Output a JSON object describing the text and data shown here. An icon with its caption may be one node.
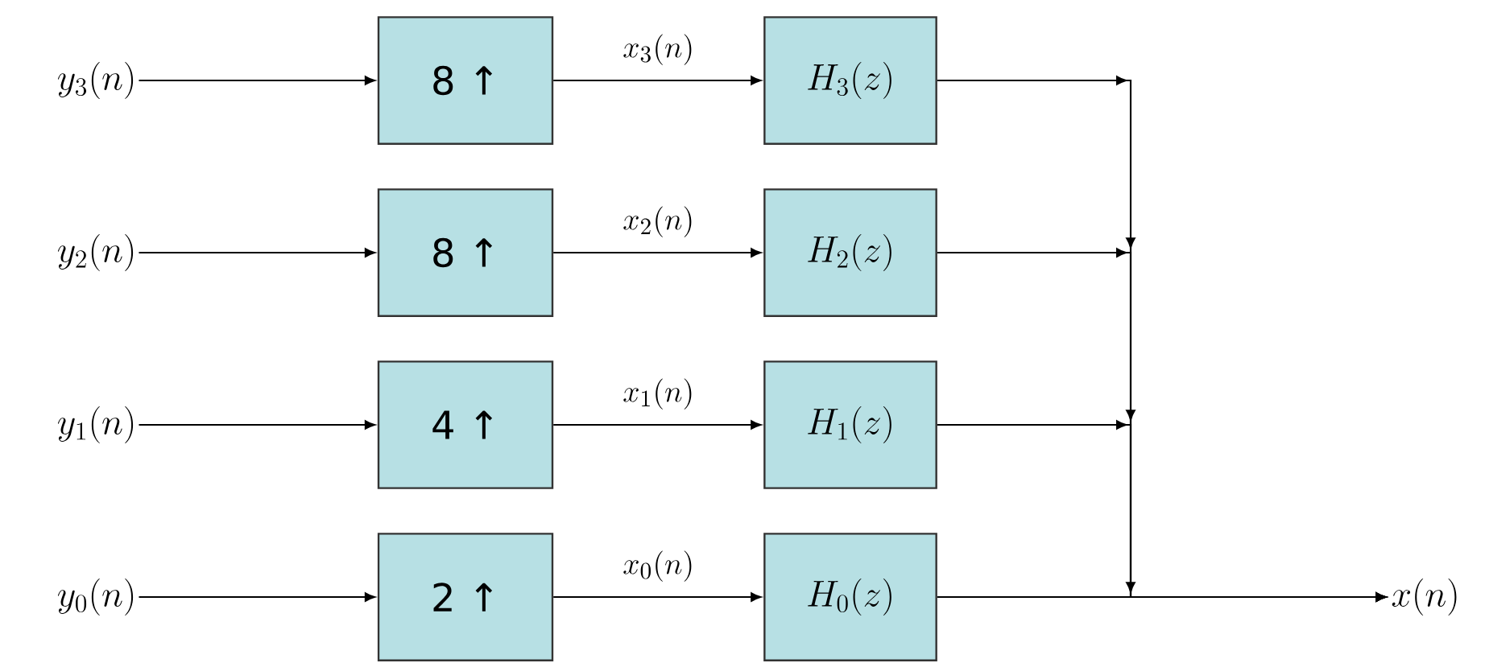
{
  "diagram": {
    "nodes": [
      {
        "text": [
          "y_3(n)"
        ]
      },
      {
        "text": [
          "8 ↑"
        ]
      },
      {
        "text": [
          "H_3(z)"
        ]
      },
      {
        "text": [
          "y_2(n)"
        ]
      },
      {
        "text": [
          "8 ↑"
        ]
      },
      {
        "text": [
          "H_2(z)"
        ]
      },
      {
        "text": [
          "y_1(n)"
        ]
      },
      {
        "text": [
          "4 ↑"
        ]
      },
      {
        "text": [
          "H_1(z)"
        ]
      },
      {
        "text": [
          "y_0(n)"
        ]
      },
      {
        "text": [
          "2 ↑"
        ]
      },
      {
        "text": [
          "H_0(z)"
        ]
      },
      {
        "text": [
          "x(n)"
        ]
      }
    ],
    "edges": [
      {
        "from": 0,
        "to": 1,
        "arrow": "to"
      },
      {
        "from": 1,
        "to": 2,
        "arrow": "to",
        "label": "x_3(n)"
      },
      {
        "from": 3,
        "to": 4,
        "arrow": "to"
      },
      {
        "from": 4,
        "to": 5,
        "arrow": "to",
        "label": "x_2(n)"
      },
      {
        "from": 6,
        "to": 7,
        "arrow": "to"
      },
      {
        "from": 7,
        "to": 8,
        "arrow": "to",
        "label": "x_1(n)"
      },
      {
        "from": 9,
        "to": 10,
        "arrow": "to"
      },
      {
        "from": 10,
        "to": 11,
        "arrow": "to",
        "label": "x_0(n)"
      },
      {
        "from": 2,
        "to": 12,
        "arrow": "to"
      },
      {
        "from": 5,
        "to": 12,
        "arrow": "to"
      },
      {
        "from": 8,
        "to": 12,
        "arrow": "to"
      },
      {
        "from": 11,
        "to": 12,
        "arrow": "to"
      }
    ]
  }
}
